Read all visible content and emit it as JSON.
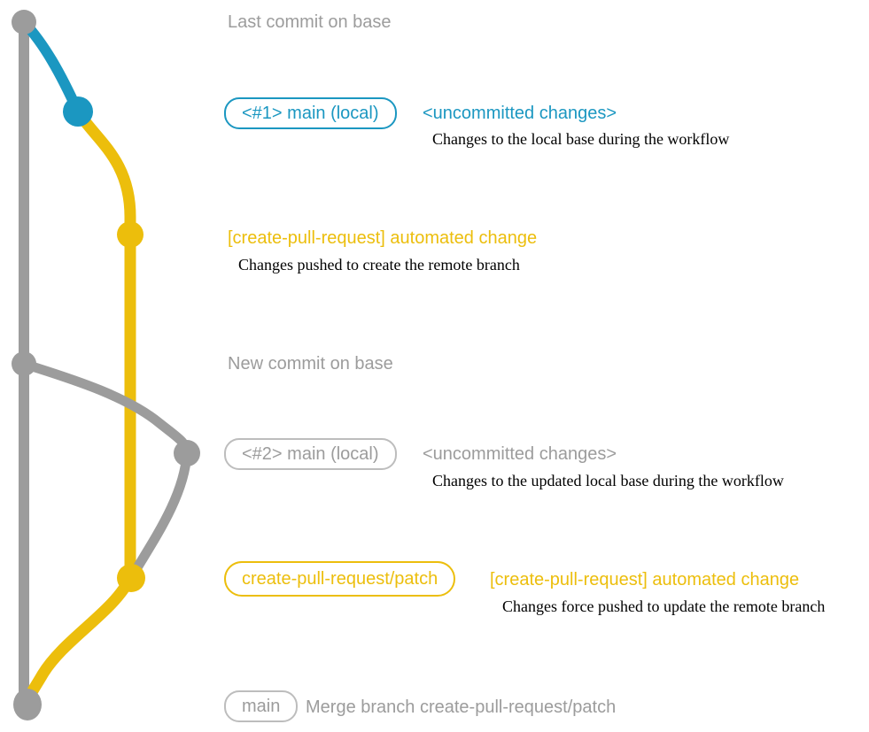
{
  "colors": {
    "gray": "#9c9c9c",
    "pillgray": "#bdbdbd",
    "blue": "#1b97c1",
    "yellow": "#ecbe0c"
  },
  "graph": {
    "commit_names": [
      "last-commit-on-base",
      "local-main-1",
      "create-pull-request-automated-1",
      "new-commit-on-base",
      "local-main-2",
      "create-pull-request-automated-2",
      "merge-commit"
    ]
  },
  "annotations": {
    "last_commit": {
      "text": "Last commit on base"
    },
    "section1": {
      "pill": "<#1> main (local)",
      "label": "<uncommitted changes>",
      "caption": "Changes to the local base during the workflow"
    },
    "section2": {
      "heading": "[create-pull-request] automated change",
      "caption": "Changes pushed to create the remote branch"
    },
    "new_commit": {
      "text": "New commit on base"
    },
    "section3": {
      "pill": "<#2> main (local)",
      "label": "<uncommitted changes>",
      "caption": "Changes to the updated local base during the workflow"
    },
    "section4": {
      "pill": "create-pull-request/patch",
      "heading": "[create-pull-request] automated change",
      "caption": "Changes force pushed to update the remote branch"
    },
    "merge": {
      "pill": "main",
      "text": "Merge branch create-pull-request/patch"
    }
  }
}
